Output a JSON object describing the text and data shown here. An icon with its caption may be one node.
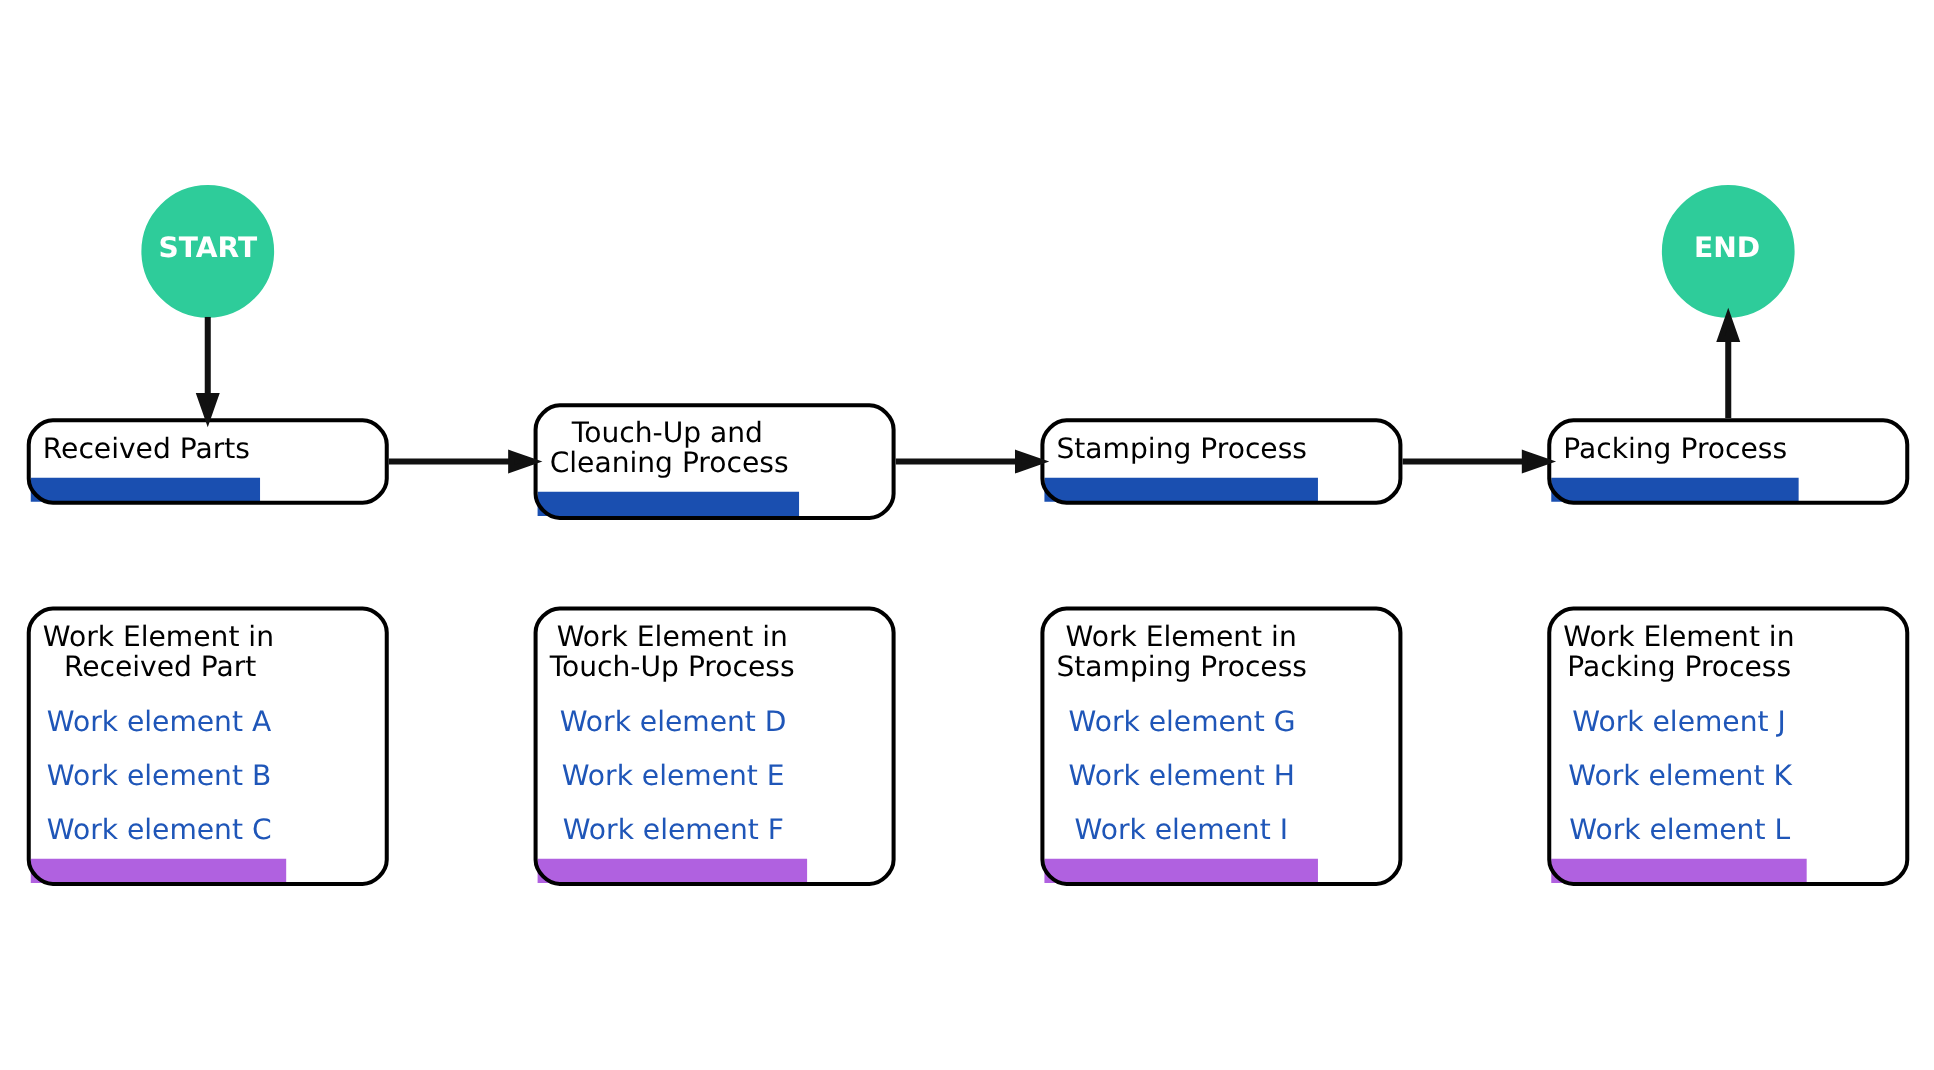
{
  "diagram": {
    "nodes": [
      {
        "text": [
          "START"
        ]
      },
      {
        "text": [
          "Received Parts"
        ]
      },
      {
        "text": [
          "Touch-Up and Cleaning Process"
        ]
      },
      {
        "text": [
          "Stamping Process"
        ]
      },
      {
        "text": [
          "Packing Process"
        ]
      },
      {
        "text": [
          "END"
        ]
      },
      {
        "text": [
          "Work Element in Received Part",
          "Work element A",
          "Work element B",
          "Work element C"
        ]
      },
      {
        "text": [
          "Work Element in Touch-Up Process",
          "Work element D",
          "Work element E",
          "Work element F"
        ]
      },
      {
        "text": [
          "Work Element in Stamping Process",
          "Work element G",
          "Work element H",
          "Work element I"
        ]
      },
      {
        "text": [
          "Work Element in Packing Process",
          "Work element J",
          "Work element K",
          "Work element L"
        ]
      }
    ],
    "edges": [
      {
        "from": 0,
        "to": 1,
        "arrow": "to"
      },
      {
        "from": 1,
        "to": 2,
        "arrow": "to"
      },
      {
        "from": 2,
        "to": 3,
        "arrow": "to"
      },
      {
        "from": 3,
        "to": 4,
        "arrow": "to"
      },
      {
        "from": 4,
        "to": 5,
        "arrow": "to"
      }
    ]
  }
}
